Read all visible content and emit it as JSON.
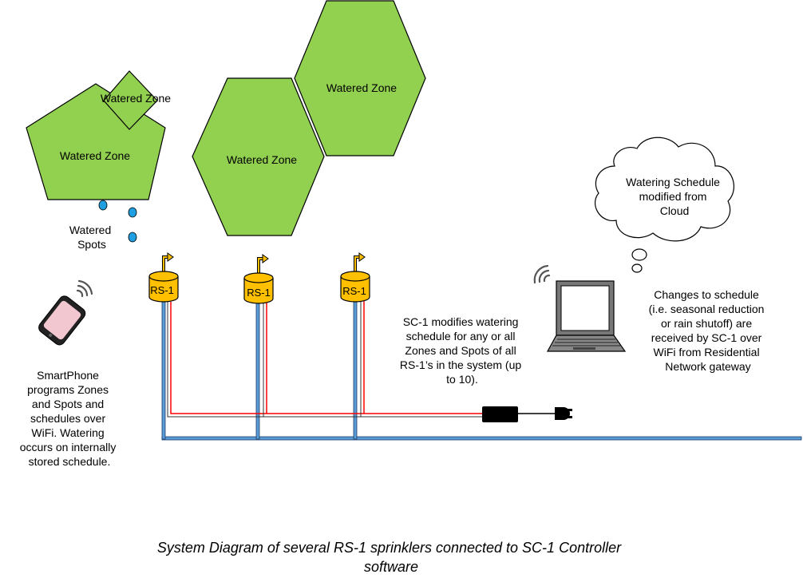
{
  "zones": [
    {
      "label": "Watered Zone"
    },
    {
      "label": "Watered Zone"
    },
    {
      "label": "Watered Zone"
    },
    {
      "label": "Watered Zone"
    }
  ],
  "spots_label": [
    "Watered",
    "Spots"
  ],
  "sprinklers": [
    {
      "label": "RS-1"
    },
    {
      "label": "RS-1"
    },
    {
      "label": "RS-1"
    }
  ],
  "cloud_text": [
    "Watering Schedule",
    "modified from",
    "Cloud"
  ],
  "controller_text": [
    "SC-1 modifies watering",
    "schedule for any or  all",
    "Zones and Spots of all",
    "RS-1’s in the system (up",
    "to 10)."
  ],
  "changes_text": [
    "Changes to schedule",
    "(i.e. seasonal reduction",
    "or rain shutoff) are",
    "received  by SC-1 over",
    "WiFi from Residential",
    "Network gateway"
  ],
  "phone_text": [
    "SmartPhone",
    "programs Zones",
    "and Spots  and",
    "schedules over",
    "WiFi.  Watering",
    "occurs on internally",
    "stored schedule."
  ],
  "caption": [
    "System Diagram of several RS-1 sprinklers connected to SC-1 Controller",
    "software"
  ],
  "colors": {
    "zone_fill": "#92d050",
    "sprinkler_fill": "#ffc000",
    "pipe_blue": "#2e75b6",
    "pipe_light": "#5b9bd5",
    "wire_red": "#ff0000",
    "spot_fill": "#1f9fe0"
  },
  "icons": [
    "wifi-icon",
    "smartphone-icon",
    "laptop-icon",
    "power-plug-icon",
    "cloud-shape"
  ]
}
